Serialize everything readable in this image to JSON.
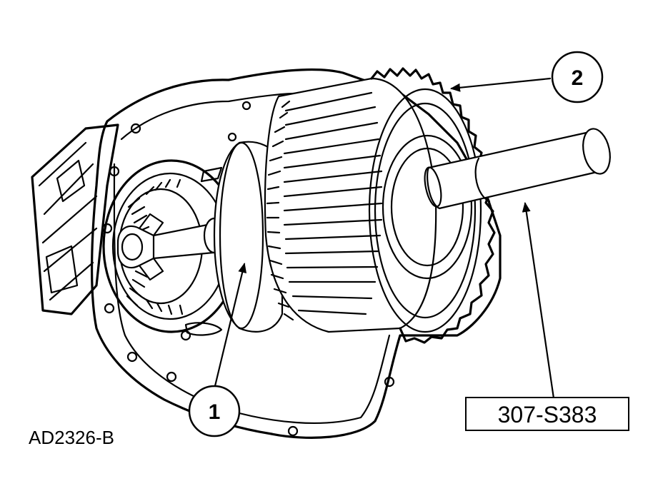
{
  "figure": {
    "id": "AD2326-B",
    "tool_number": "307-S383"
  },
  "callouts": [
    {
      "label": "1"
    },
    {
      "label": "2"
    }
  ]
}
